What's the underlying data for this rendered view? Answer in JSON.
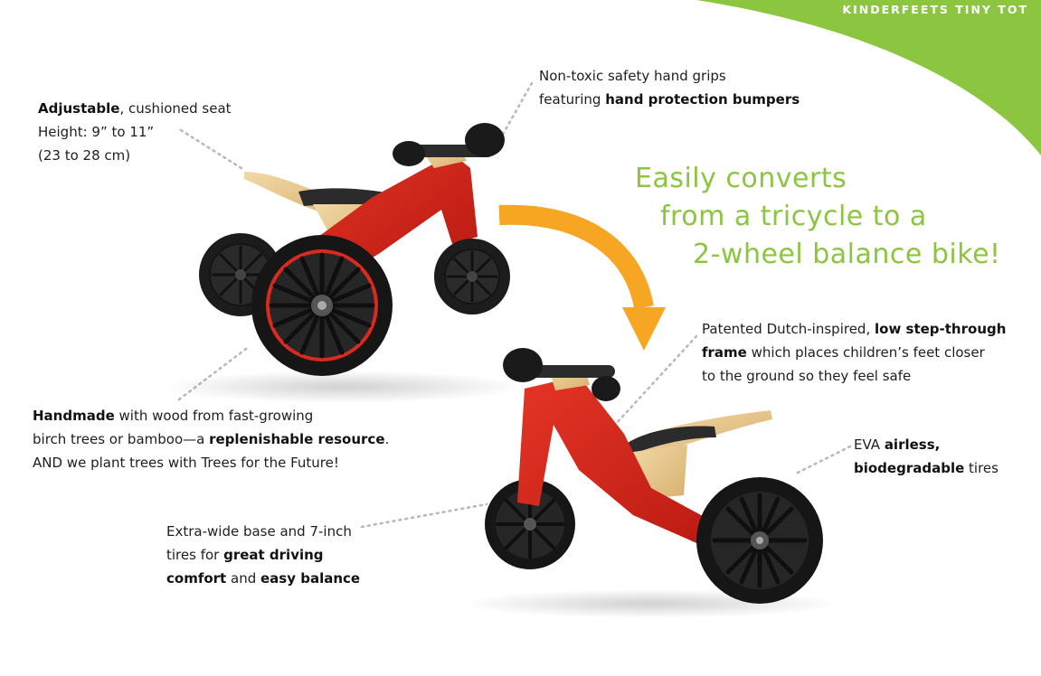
{
  "brand": {
    "name": "KINDERFEETS",
    "product": "TINY TOT"
  },
  "headline": {
    "line1": "Easily converts",
    "line2": "from a tricycle to a",
    "line3": "2-wheel balance bike!"
  },
  "callouts": {
    "seat": {
      "bold": "Adjustable",
      "rest": ", cushioned seat",
      "line2": "Height: 9” to 11”",
      "line3": "(23 to 28 cm)"
    },
    "grips": {
      "line1": "Non-toxic safety hand grips",
      "line2_pre": "featuring ",
      "line2_bold": "hand protection bumpers"
    },
    "handmade": {
      "bold1": "Handmade",
      "rest1": " with wood from fast-growing",
      "line2_pre": "birch trees or bamboo—a ",
      "line2_bold": "replenishable resource",
      "line2_post": ".",
      "line3": "AND we plant trees with Trees for the Future!"
    },
    "frame": {
      "line1_pre": "Patented Dutch-inspired, ",
      "line1_bold": "low step-through",
      "line2_bold": "frame",
      "line2_rest": " which places children’s feet closer",
      "line3": "to the ground so they feel safe"
    },
    "tires": {
      "line1_pre": "EVA ",
      "line1_bold": "airless,",
      "line2_bold": "biodegradable",
      "line2_rest": " tires"
    },
    "base": {
      "line1": "Extra-wide base and 7-inch",
      "line2_pre": "tires for ",
      "line2_bold": "great driving",
      "line3_bold1": "comfort",
      "line3_mid": " and ",
      "line3_bold2": "easy balance"
    }
  },
  "colors": {
    "frame_red": "#d9261c",
    "headline_green": "#8cc540",
    "arrow_orange": "#f7a623",
    "wood": "#e8c98c"
  }
}
